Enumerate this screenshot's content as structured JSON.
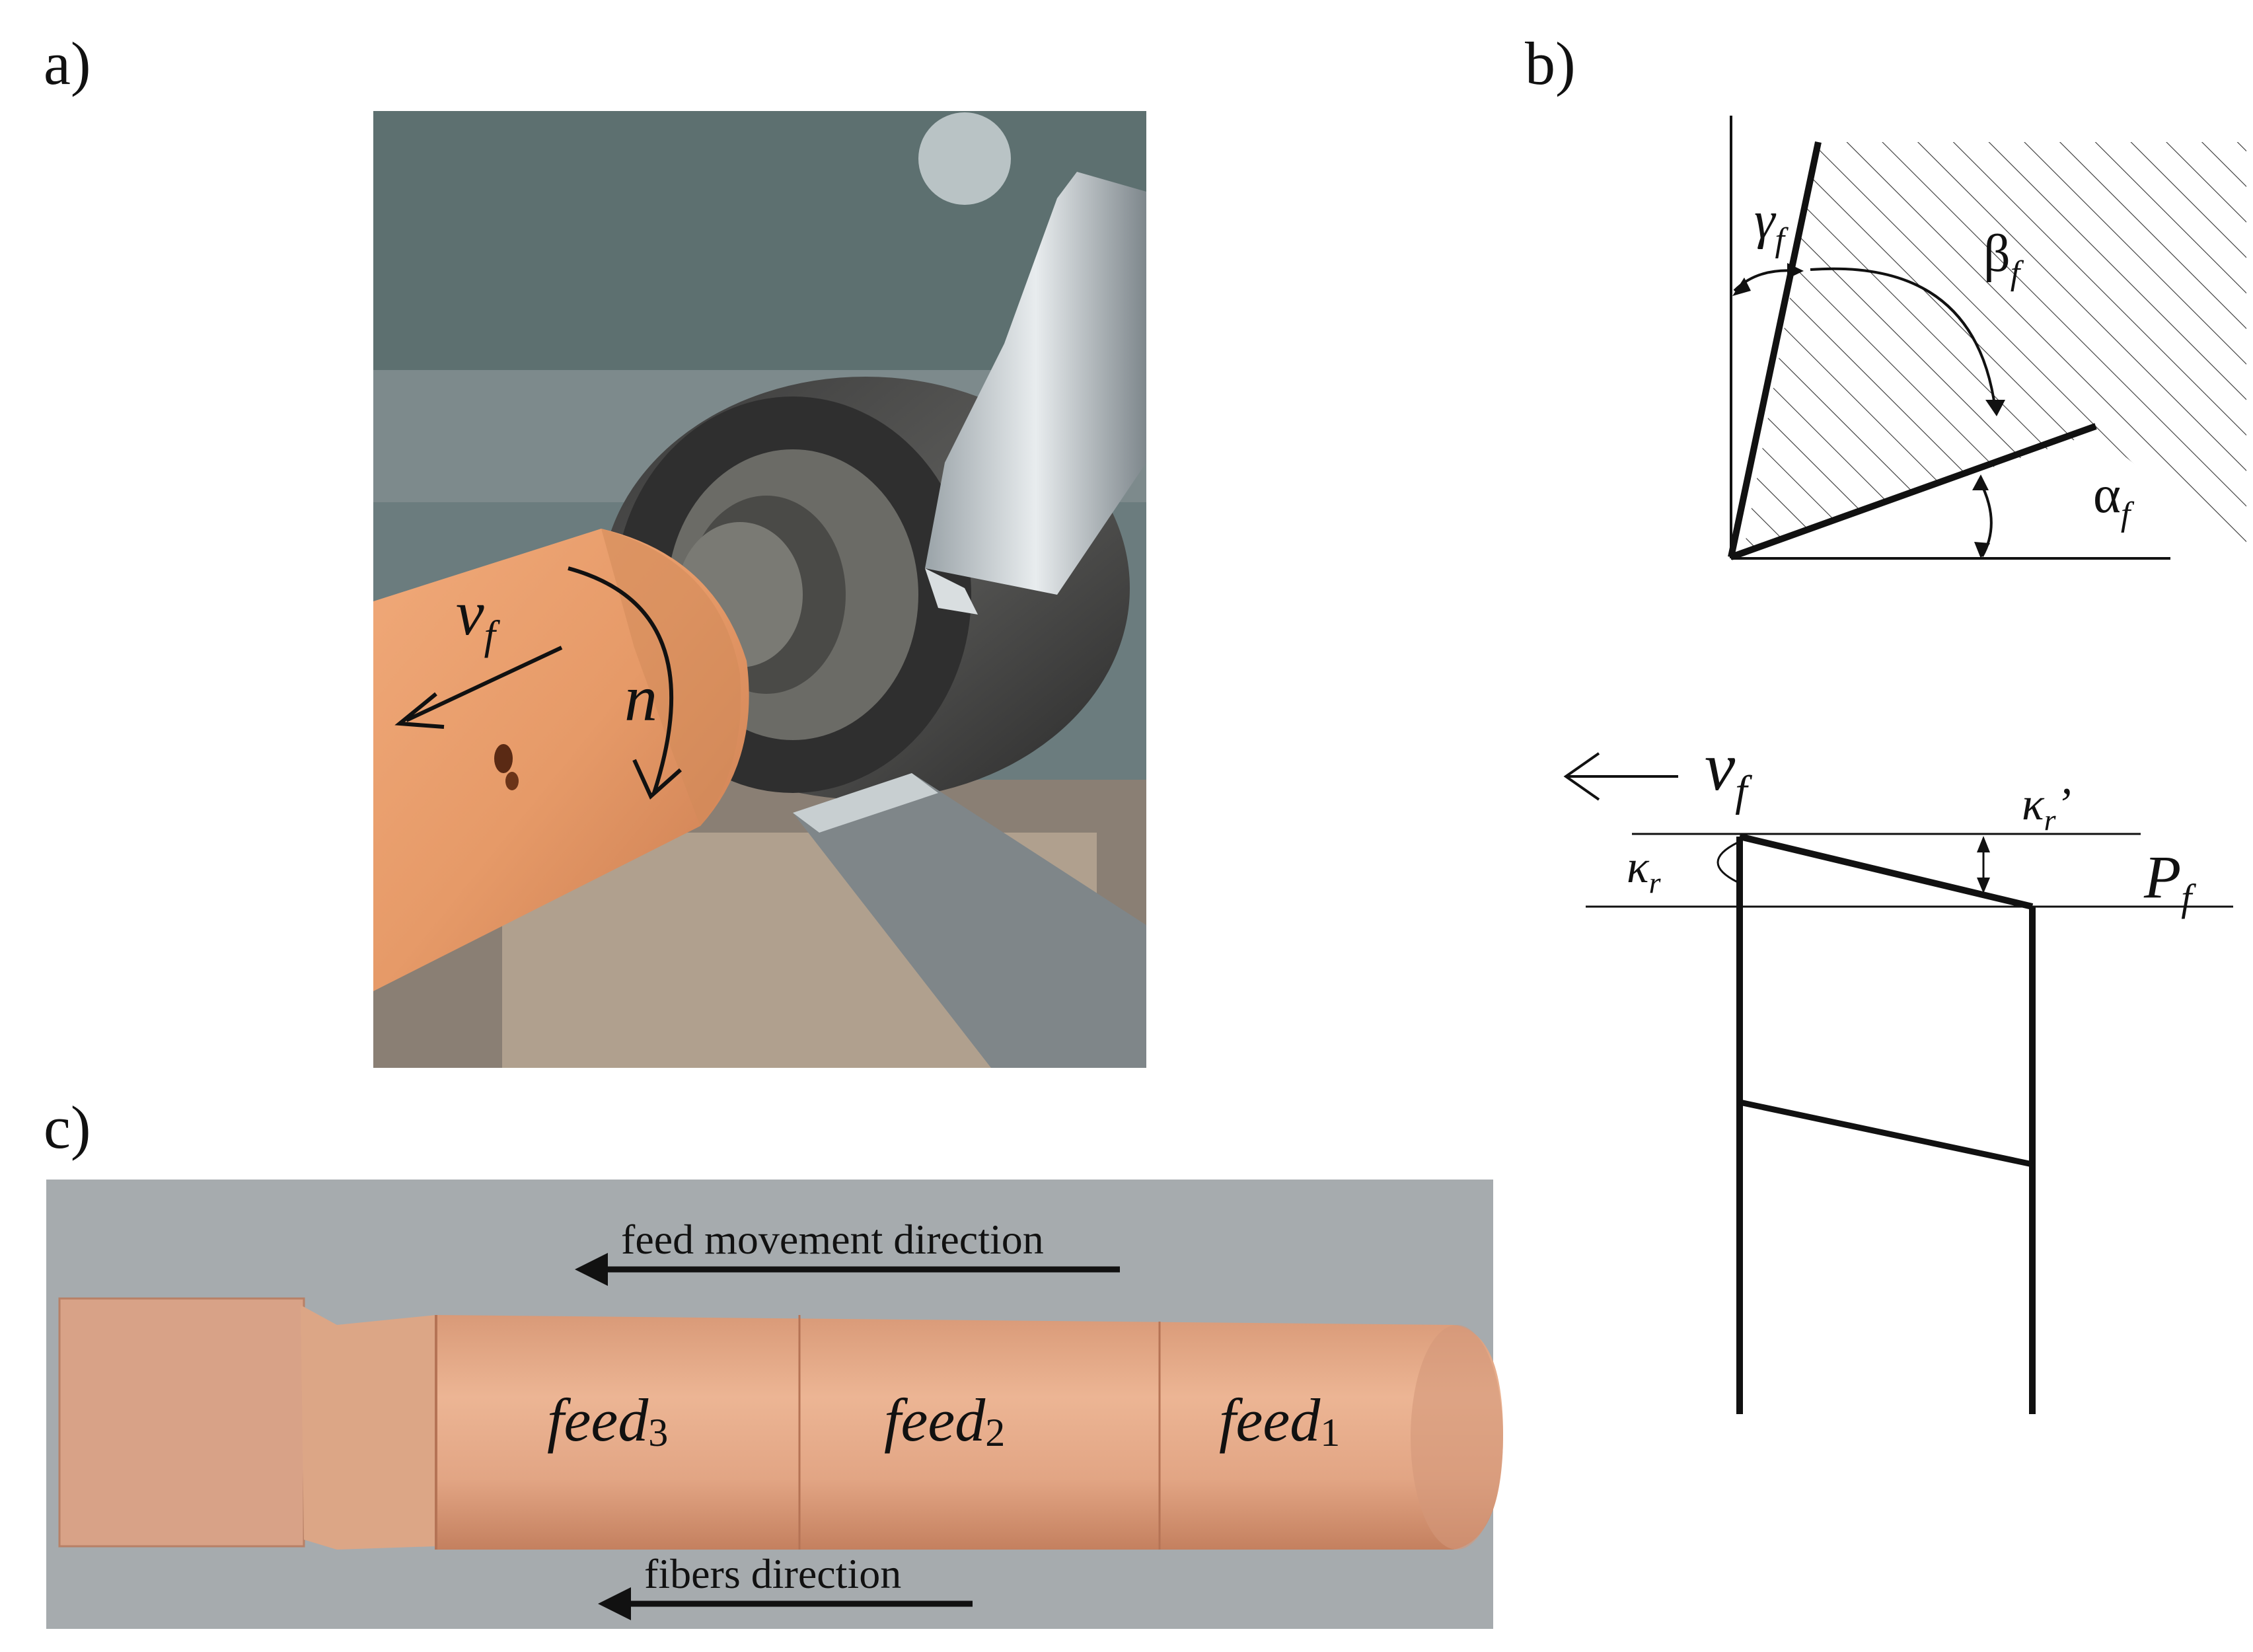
{
  "panels": {
    "a": {
      "label": "a)",
      "symbols": {
        "feed_velocity": "v",
        "feed_velocity_sub": "f",
        "rotation": "n"
      }
    },
    "b": {
      "label": "b)",
      "angles": {
        "rake": "γ",
        "rake_sub": "f",
        "wedge": "β",
        "wedge_sub": "f",
        "clearance": "α",
        "clearance_sub": "f"
      },
      "feed_velocity": "v",
      "feed_velocity_sub": "f",
      "main_cutting_edge_angle": "κ",
      "main_cutting_edge_angle_sub": "r",
      "minor_cutting_edge_angle": "κ",
      "minor_cutting_edge_angle_sub": "r",
      "minor_prime": "’",
      "working_plane": "P",
      "working_plane_sub": "f"
    },
    "c": {
      "label": "c)",
      "feed_movement_label": "feed movement direction",
      "fibers_label": "fibers direction",
      "sections": [
        {
          "word": "feed",
          "index": "3"
        },
        {
          "word": "feed",
          "index": "2"
        },
        {
          "word": "feed",
          "index": "1"
        }
      ]
    }
  },
  "colors": {
    "wood": "#e3a582",
    "wood_dark": "#c98a6a",
    "photo_bg_c": "#a4a9ac",
    "line": "#111111"
  }
}
